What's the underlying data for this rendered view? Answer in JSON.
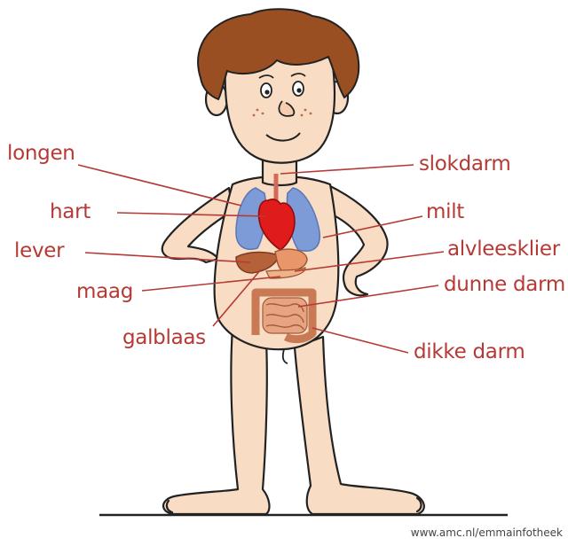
{
  "diagram": {
    "labels": {
      "longen": "longen",
      "hart": "hart",
      "lever": "lever",
      "maag": "maag",
      "galblaas": "galblaas",
      "slokdarm": "slokdarm",
      "milt": "milt",
      "alvleesklier": "alvleesklier",
      "dunne_darm": "dunne darm",
      "dikke_darm": "dikke darm"
    },
    "credit": "www.amc.nl/emmainfotheek",
    "colors": {
      "label": "#b53a36",
      "skin": "#f8dcc4",
      "outline": "#222222",
      "hair": "#9a4f22",
      "lungs": "#7d9bd6",
      "heart": "#e01b1b",
      "liver": "#b5623a",
      "stomach": "#e9966a",
      "intestine": "#dc9670"
    }
  }
}
